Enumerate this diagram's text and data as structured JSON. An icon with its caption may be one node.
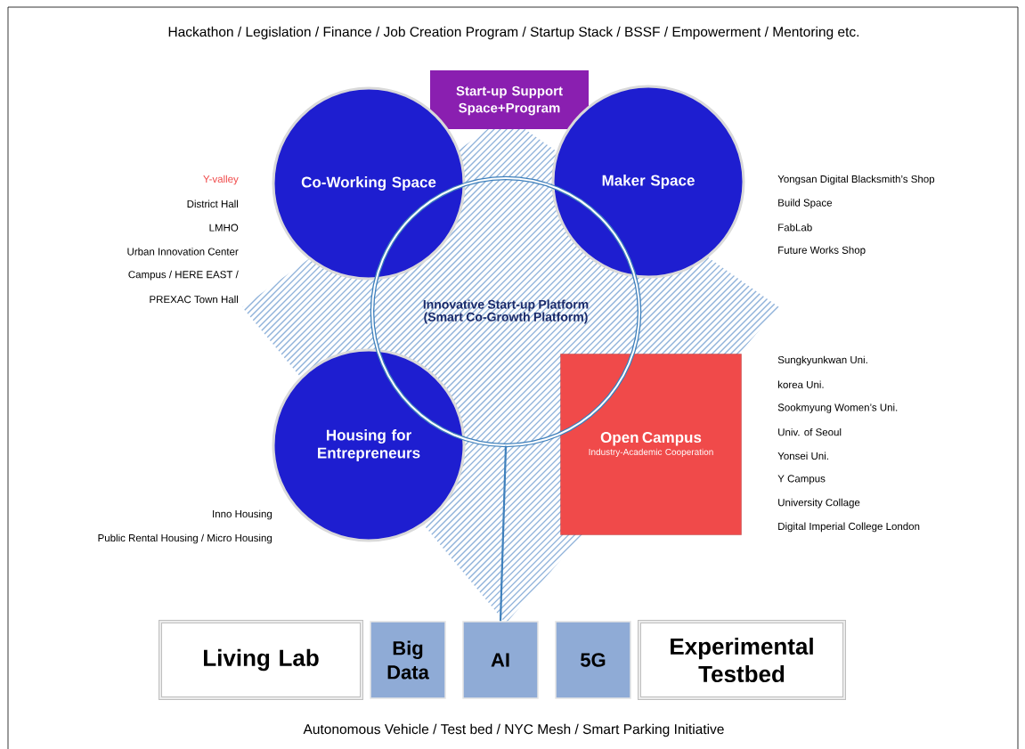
{
  "diagram": {
    "nodes": [
      {
        "text": [
          "Start-up Support Space+Program"
        ]
      },
      {
        "text": [
          "Co-Working Space"
        ],
        "beside": [
          "Y-valley",
          "District Hall",
          "LMHO",
          "Urban Innovation Center",
          "Campus / HERE EAST /",
          "PREXAC Town Hall"
        ]
      },
      {
        "text": [
          "Maker Space"
        ],
        "beside": [
          "Yongsan Digital Blacksmith’s Shop",
          "Build Space",
          "FabLab",
          "Future Works Shop"
        ]
      },
      {
        "text": [
          "Innovative Start-up Platform",
          "(Smart Co-Growth Platform)"
        ]
      },
      {
        "text": [
          "Housing for Entrepreneurs"
        ],
        "beside": [
          "Inno Housing",
          "Public Rental Housing / Micro Housing"
        ]
      },
      {
        "text": [
          "Open Campus",
          "Industry-Academic Cooperation"
        ],
        "beside": [
          "Sungkyunkwan Uni.",
          "korea Uni.",
          "Sookmyung Women’s Uni.",
          "Univ. of Seoul",
          "Yonsei Uni.",
          "Y Campus",
          "University Collage",
          "Digital Imperial College London"
        ]
      },
      {
        "text": [
          "Living Lab"
        ]
      },
      {
        "text": [
          "Big Data"
        ]
      },
      {
        "text": [
          "AI"
        ]
      },
      {
        "text": [
          "5G"
        ]
      },
      {
        "text": [
          "Experimental Testbed"
        ]
      }
    ],
    "edges": [
      {
        "from": 3,
        "to": 8,
        "arrow": "none"
      }
    ],
    "labels": [
      "Hackathon / Legislation / Finance / Job Creation Program / Startup Stack / BSSF / Empowerment / Mentoring etc.",
      "Autonomous Vehicle / Test bed / NYC Mesh / Smart Parking Initiative"
    ]
  }
}
